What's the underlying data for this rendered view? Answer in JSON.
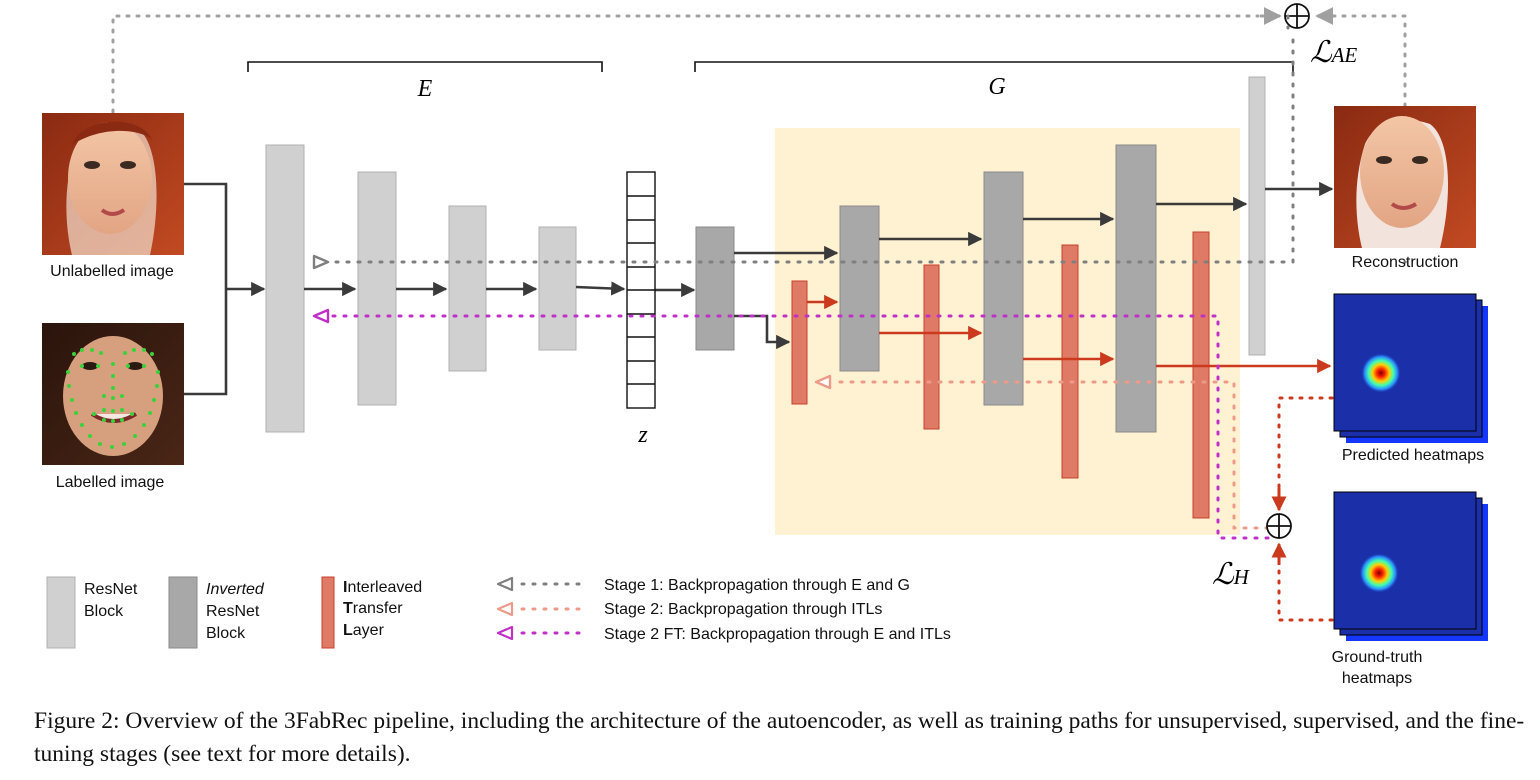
{
  "labels": {
    "encoder": "E",
    "generator": "G",
    "latent": "z",
    "loss_ae_script": "ℒ",
    "loss_ae_sub": "AE",
    "loss_h_script": "ℒ",
    "loss_h_sub": "H"
  },
  "images": {
    "unlabelled": "Unlabelled image",
    "labelled": "Labelled image",
    "reconstruction": "Reconstruction",
    "predicted": "Predicted heatmaps",
    "groundtruth_line1": "Ground-truth",
    "groundtruth_line2": "heatmaps"
  },
  "legend": {
    "resnet_line1": "ResNet",
    "resnet_line2": "Block",
    "inverted_line1": "Inverted",
    "inverted_line2": "ResNet",
    "inverted_line3": "Block",
    "itl_line1_initial": "I",
    "itl_line1_rest": "nterleaved",
    "itl_line2_initial": "T",
    "itl_line2_rest": "ransfer",
    "itl_line3_initial": "L",
    "itl_line3_rest": "ayer",
    "stage1": "Stage 1: Backpropagation through E and G",
    "stage2": "Stage 2: Backpropagation through ITLs",
    "stage2ft": "Stage 2 FT: Backpropagation through E and ITLs"
  },
  "caption": {
    "text": "Figure 2:  Overview of the 3FabRec pipeline, including the architecture of the autoencoder, as well as training paths for unsupervised, supervised, and the fine-tuning stages (see text for more details)."
  },
  "colors": {
    "resnet": "#d0d0d0",
    "inverted": "#a8a8a8",
    "itl": "#df7a66",
    "itl_stroke": "#c8402a",
    "arrow_dark": "#3a3a3a",
    "arrow_red": "#cc3a1e",
    "stage1": "#7f7f7f",
    "stage2": "#ee9a88",
    "stage2ft": "#c030c8",
    "generator_bg": "#fff2d2",
    "heatmap_bg": "#1a2fa8",
    "heatmap_blue": "#1436ff"
  }
}
